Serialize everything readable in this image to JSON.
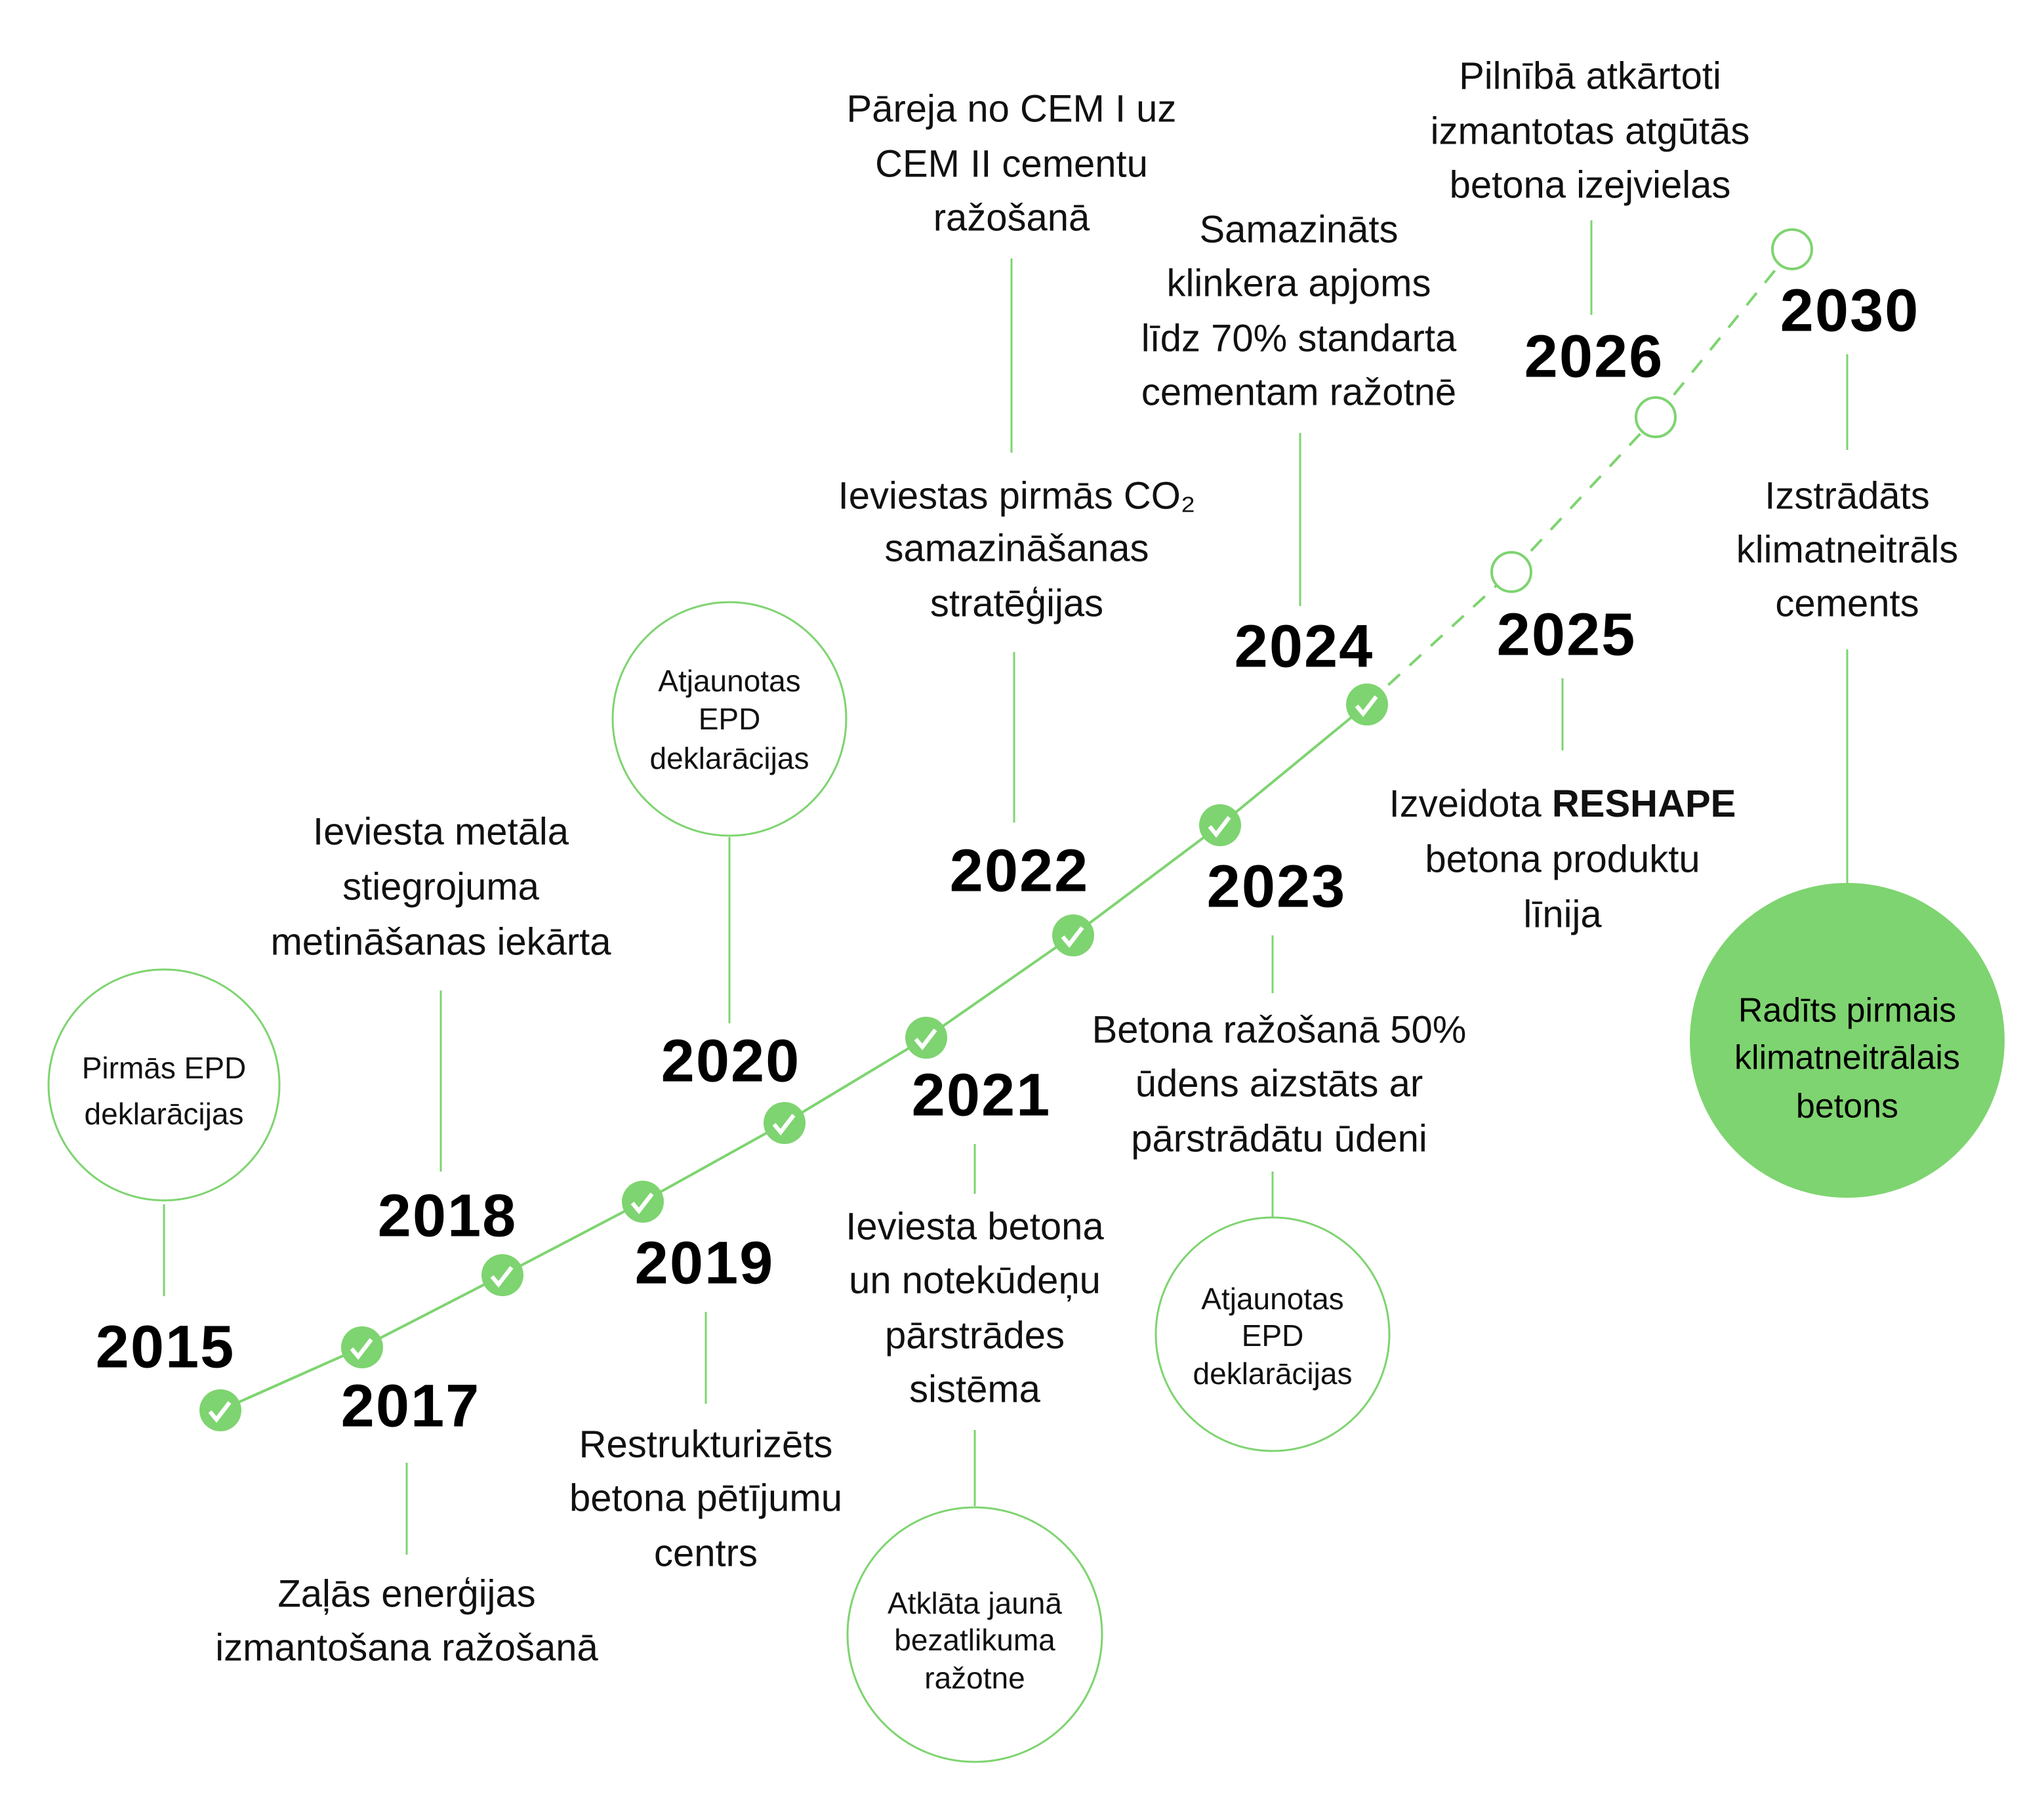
{
  "colors": {
    "accent": "#7ed470",
    "text": "#111111"
  },
  "milestones": [
    {
      "year": "2015",
      "status": "done",
      "circle": [
        "Pirmās EPD",
        "deklarācijas"
      ]
    },
    {
      "year": "2017",
      "status": "done",
      "text": [
        "Zaļās enerģijas",
        "izmantošana ražošanā"
      ]
    },
    {
      "year": "2018",
      "status": "done",
      "text": [
        "Ieviesta metāla",
        "stiegrojuma",
        "metināšanas iekārta"
      ]
    },
    {
      "year": "2019",
      "status": "done",
      "text": [
        "Restrukturizēts",
        "betona pētījumu",
        "centrs"
      ]
    },
    {
      "year": "2020",
      "status": "done",
      "circle": [
        "Atjaunotas",
        "EPD",
        "deklarācijas"
      ]
    },
    {
      "year": "2021",
      "status": "done",
      "text": [
        "Ieviesta betona",
        "un notekūdeņu",
        "pārstrādes",
        "sistēma"
      ],
      "circle": [
        "Atklāta jaunā",
        "bezatlikuma",
        "ražotne"
      ]
    },
    {
      "year": "2022",
      "status": "done",
      "text": [
        "Ieviestas pirmās CO₂",
        "samazināšanas",
        "stratēģijas"
      ],
      "text2": [
        "Pāreja no CEM I uz",
        "CEM II cementu",
        "ražošanā"
      ]
    },
    {
      "year": "2023",
      "status": "done",
      "text": [
        "Betona ražošanā 50%",
        "ūdens aizstāts ar",
        "pārstrādātu ūdeni"
      ],
      "circle": [
        "Atjaunotas",
        "EPD",
        "deklarācijas"
      ]
    },
    {
      "year": "2024",
      "status": "done",
      "text": [
        "Samazināts",
        "klinkera apjoms",
        "līdz 70% standarta",
        "cementam ražotnē"
      ]
    },
    {
      "year": "2025",
      "status": "planned",
      "text": [
        "Izveidota ",
        "RESHAPE",
        "betona produktu",
        "līnija"
      ]
    },
    {
      "year": "2026",
      "status": "planned",
      "text": [
        "Pilnībā atkārtoti",
        "izmantotas atgūtās",
        "betona izejvielas"
      ]
    },
    {
      "year": "2030",
      "status": "planned",
      "text": [
        "Izstrādāts",
        "klimatneitrāls",
        "cements"
      ],
      "circle_filled": [
        "Radīts pirmais",
        "klimatneitrālais",
        "betons"
      ]
    }
  ]
}
